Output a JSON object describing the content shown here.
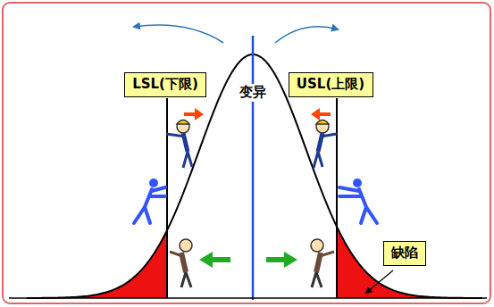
{
  "diagram": {
    "nodes": [
      {
        "text": [
          "LSL(下限)"
        ]
      },
      {
        "text": [
          "USL(上限)"
        ]
      },
      {
        "text": [
          "缺陷"
        ]
      }
    ],
    "labels": [
      "变异"
    ]
  }
}
